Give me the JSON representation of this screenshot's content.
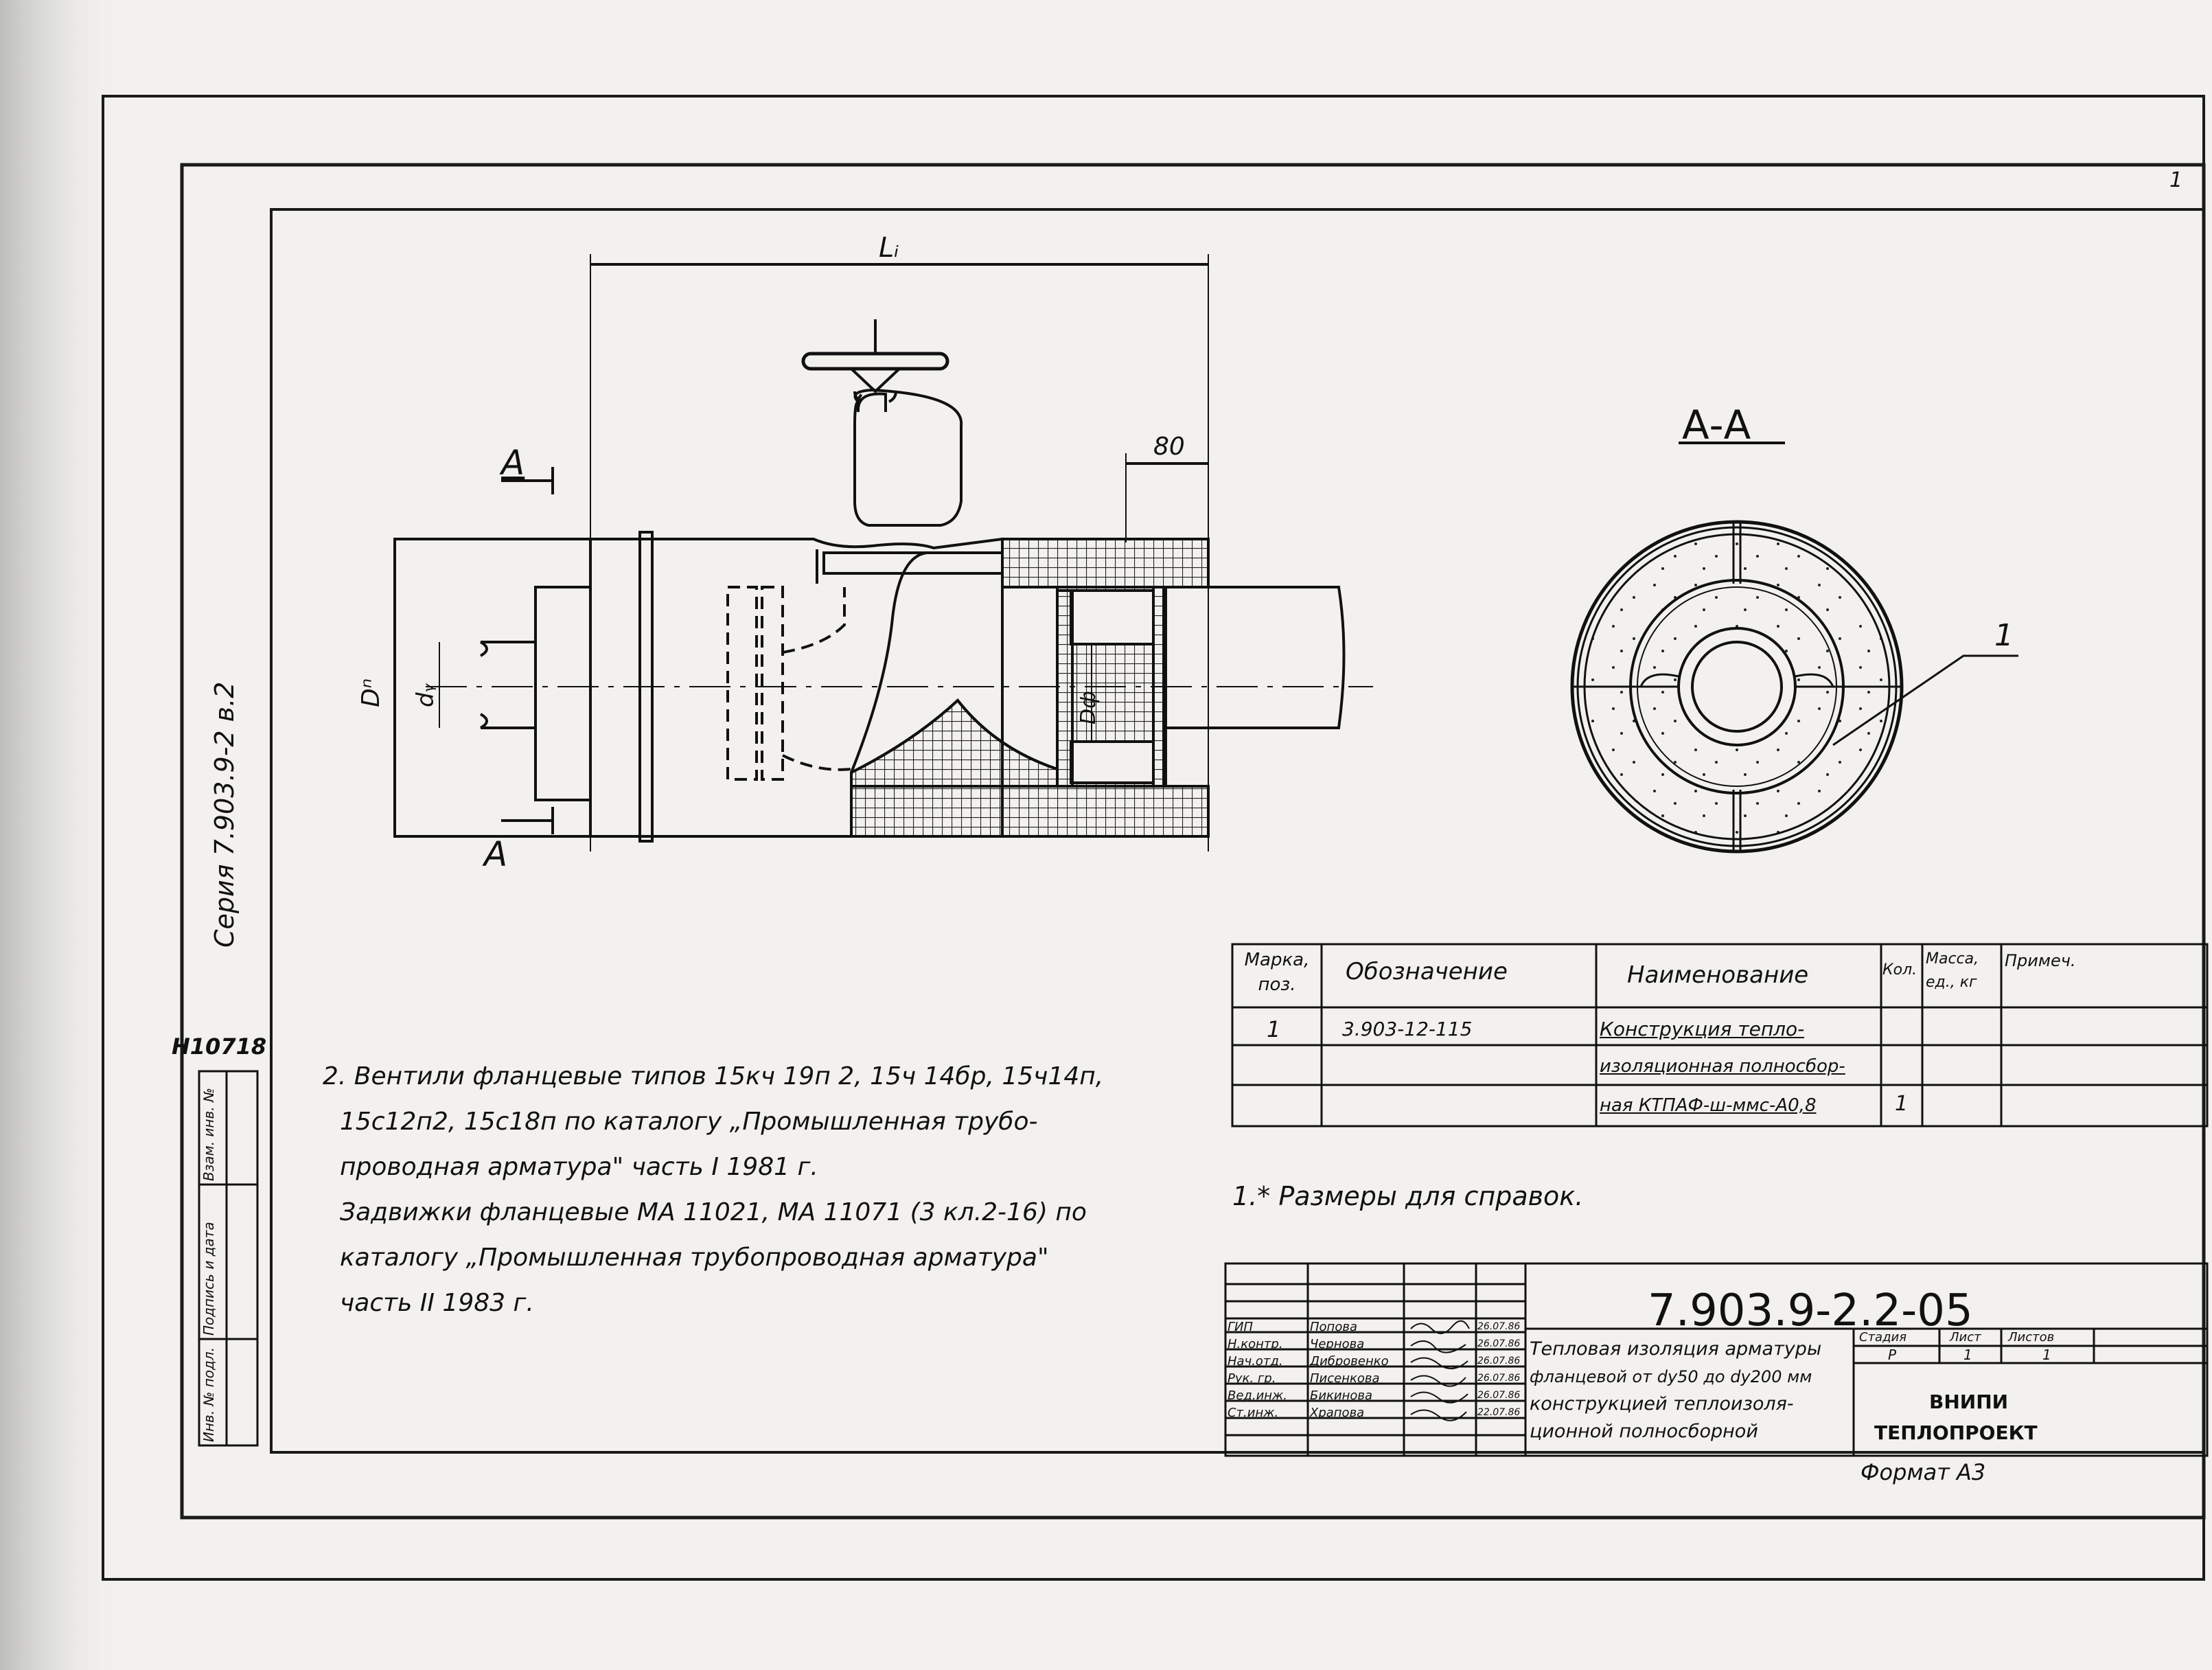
{
  "drawing": {
    "dim_length": "Lᵢ",
    "dim_80": "80",
    "dim_Dn": "Dⁿ",
    "dim_dy": "dᵧ",
    "dim_Df": "Dф",
    "section_label_top": "А",
    "section_label_bottom": "А",
    "section_title": "А-А",
    "leader_label": "1",
    "corner_number": "1"
  },
  "side_stamp": {
    "series": "Серия 7.903.9-2 в.2",
    "inventory_number": "Н10718",
    "inv_podl": "Инв. № подл.",
    "podpis_data": "Подпись и дата",
    "vzam_inv": "Взам. инв. №"
  },
  "notes": {
    "lines": [
      "2. Вентили фланцевые типов 15кч 19п 2, 15ч 14бр, 15ч14п,",
      "15с12п2, 15с18п по каталогу „Промышленная трубо-",
      "проводная арматура\" часть I 1981 г.",
      "Задвижки фланцевые МА 11021, МА 11071 (3 кл.2-16) по",
      "каталогу „Промышленная трубопроводная арматура\"",
      "часть II 1983 г."
    ],
    "note1": "1.* Размеры для справок."
  },
  "spec_table": {
    "headers": [
      "Марка, поз.",
      "Обозначение",
      "Наименование",
      "Кол.",
      "Масса, ед., кг",
      "Примеч."
    ],
    "rows": [
      [
        "1",
        "3.903-12-115",
        "Конструкция тепло-",
        "",
        "",
        ""
      ],
      [
        "",
        "",
        "изоляционная полносбор-",
        "",
        "",
        ""
      ],
      [
        "",
        "",
        "ная КТПАФ-ш-ммс-А0,8",
        "1",
        "",
        ""
      ]
    ]
  },
  "title_block": {
    "doc_number": "7.903.9-2.2-05",
    "roles": [
      "ГИП",
      "Н.контр.",
      "Нач.отд.",
      "Рук. гр.",
      "Вед.инж.",
      "Ст.инж."
    ],
    "names": [
      "Попова",
      "Чернова",
      "Дибровенко",
      "Писенкова",
      "Бикинова",
      "Храпова"
    ],
    "dates": [
      "26.07.86",
      "26.07.86",
      "26.07.86",
      "26.07.86",
      "26.07.86",
      "22.07.86"
    ],
    "description": [
      "Тепловая изоляция арматуры",
      "фланцевой от dy50 до dy200 мм",
      "конструкцией теплоизоля-",
      "ционной полносборной"
    ],
    "stage_label": "Стадия",
    "sheet_label": "Лист",
    "sheets_label": "Листов",
    "stage_value": "Р",
    "sheet_value": "1",
    "sheets_value": "1",
    "org_line1": "ВНИПИ",
    "org_line2": "ТЕПЛОПРОЕКТ",
    "format": "Формат А3"
  }
}
